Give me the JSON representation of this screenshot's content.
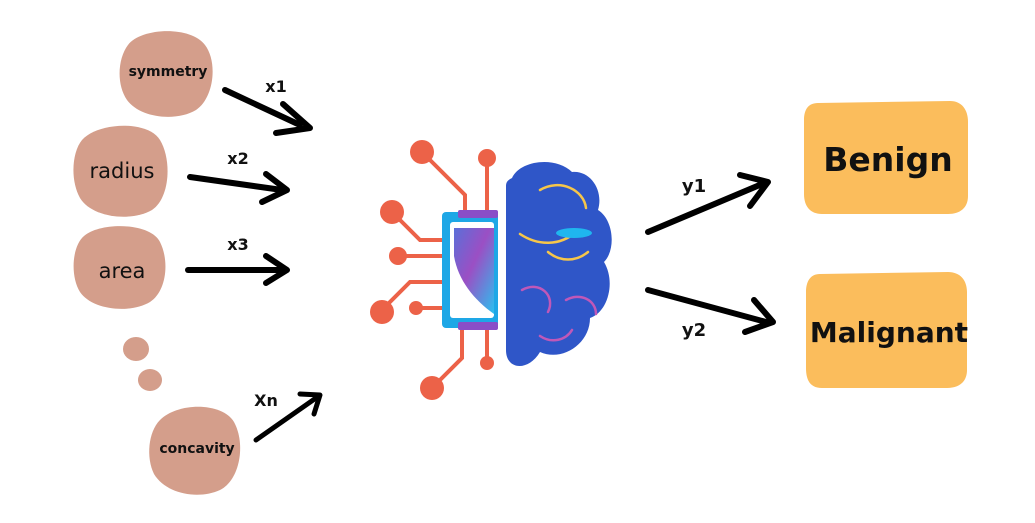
{
  "inputs": {
    "symmetry": "symmetry",
    "radius": "radius",
    "area": "area",
    "concavity": "concavity"
  },
  "input_arrows": {
    "x1": "x1",
    "x2": "x2",
    "x3": "x3",
    "xn": "Xn"
  },
  "output_arrows": {
    "y1": "y1",
    "y2": "y2"
  },
  "outputs": {
    "benign": "Benign",
    "malignant": "Malignant"
  },
  "colors": {
    "feature_bubble": "#d49e8b",
    "output_box": "#fbbd5c",
    "arrow": "#000000",
    "circuit": "#ec6248",
    "brain": "#2f56c8",
    "chip_frame": "#1ea7e6",
    "chip_fill": "#8a4ec7"
  },
  "icons": {
    "model": "ai-brain-chip-icon"
  }
}
